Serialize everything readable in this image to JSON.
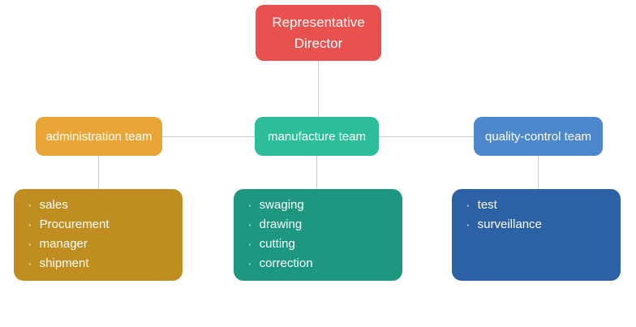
{
  "diagram": {
    "type": "org-chart",
    "background_color": "#FFFFFF",
    "connector_color": "#CCCCCC",
    "text_color": "#FFFFFF",
    "root": {
      "label": "Representative Director",
      "color": "#E8514D"
    },
    "teams": [
      {
        "name": "administration team",
        "header_color": "#E9A637",
        "body_color": "#C08E20",
        "members": [
          "sales",
          "Procurement",
          "manager",
          "shipment"
        ]
      },
      {
        "name": "manufacture team",
        "header_color": "#2EBD9B",
        "body_color": "#1E9781",
        "members": [
          "swaging",
          "drawing",
          "cutting",
          "correction"
        ]
      },
      {
        "name": "quality-control team",
        "header_color": "#4C88CB",
        "body_color": "#2D61A5",
        "members": [
          "test",
          "surveillance"
        ]
      }
    ]
  }
}
